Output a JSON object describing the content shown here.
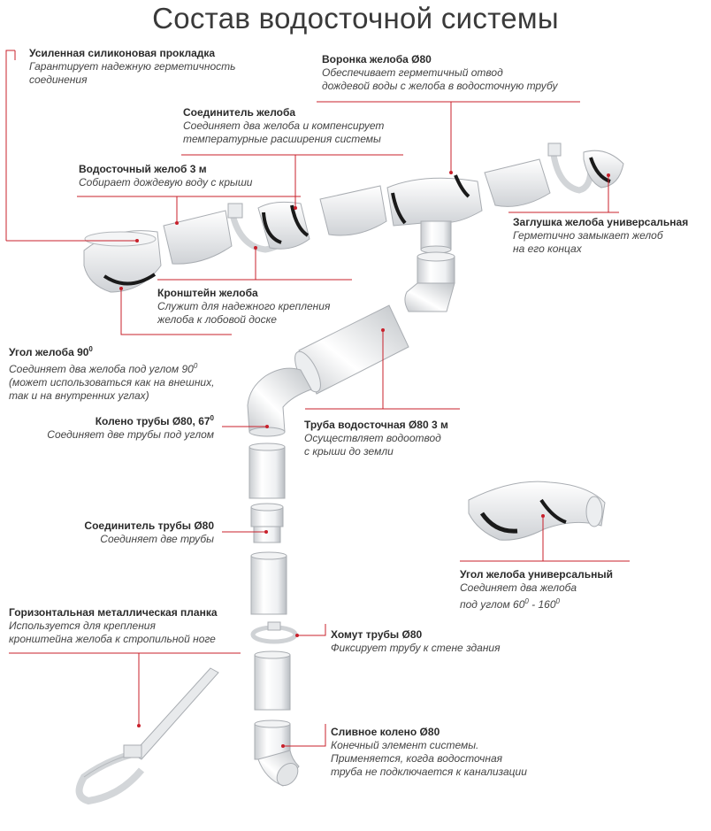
{
  "title": "Состав водосточной системы",
  "colors": {
    "accent": "#c8202b",
    "part": "#ffffff",
    "gasket": "#1a1a1a"
  },
  "items": {
    "gasket": {
      "name": "Усиленная силиконовая прокладка",
      "desc": "Гарантирует  надежную  герметичность\nсоединения"
    },
    "funnel": {
      "name": "Воронка желоба Ø80",
      "desc": "Обеспечивает герметичный отвод\nдождевой воды с желоба в водосточную трубу"
    },
    "gutter_conn": {
      "name": "Соединитель желоба",
      "desc": "Соединяет два желоба и компенсирует\nтемпературные расширения системы"
    },
    "gutter": {
      "name": "Водосточный желоб 3 м",
      "desc": "Собирает дождевую воду с крыши"
    },
    "end_cap": {
      "name": "Заглушка желоба универсальная",
      "desc": "Герметично замыкает желоб\nна его концах"
    },
    "bracket": {
      "name": "Кронштейн желоба",
      "desc": "Служит для надежного крепления\nжелоба к лобовой доске"
    },
    "corner90": {
      "name": "Угол желоба 90",
      "name_sup": "0",
      "desc": "Соединяет два желоба под углом 90\n(может использоваться как на внешних,\nтак и на внутренних углах)",
      "desc_sup": "0"
    },
    "elbow": {
      "name": "Колено трубы Ø80, 67",
      "name_sup": "0",
      "desc": "Соединяет две трубы под углом"
    },
    "pipe": {
      "name": "Труба водосточная Ø80 3 м",
      "desc": "Осуществляет водоотвод\nс крыши до земли"
    },
    "pipe_conn": {
      "name": "Соединитель трубы Ø80",
      "desc": "Соединяет две трубы"
    },
    "corner_univ": {
      "name": "Угол желоба универсальный",
      "desc": "Соединяет два желоба\nпод углом 60",
      "desc_sup_a": "0",
      "desc_mid": " - 160",
      "desc_sup_b": "0"
    },
    "metal_strip": {
      "name": "Горизонтальная металлическая планка",
      "desc": "Используется для крепления\nкронштейна желоба к стропильной ноге"
    },
    "clamp": {
      "name": "Хомут трубы Ø80",
      "desc": "Фиксирует трубу к стене здания"
    },
    "drain_elbow": {
      "name": "Сливное колено Ø80",
      "desc": "Конечный элемент системы.\nПрименяется, когда водосточная\nтруба не подключается к канализации"
    }
  }
}
